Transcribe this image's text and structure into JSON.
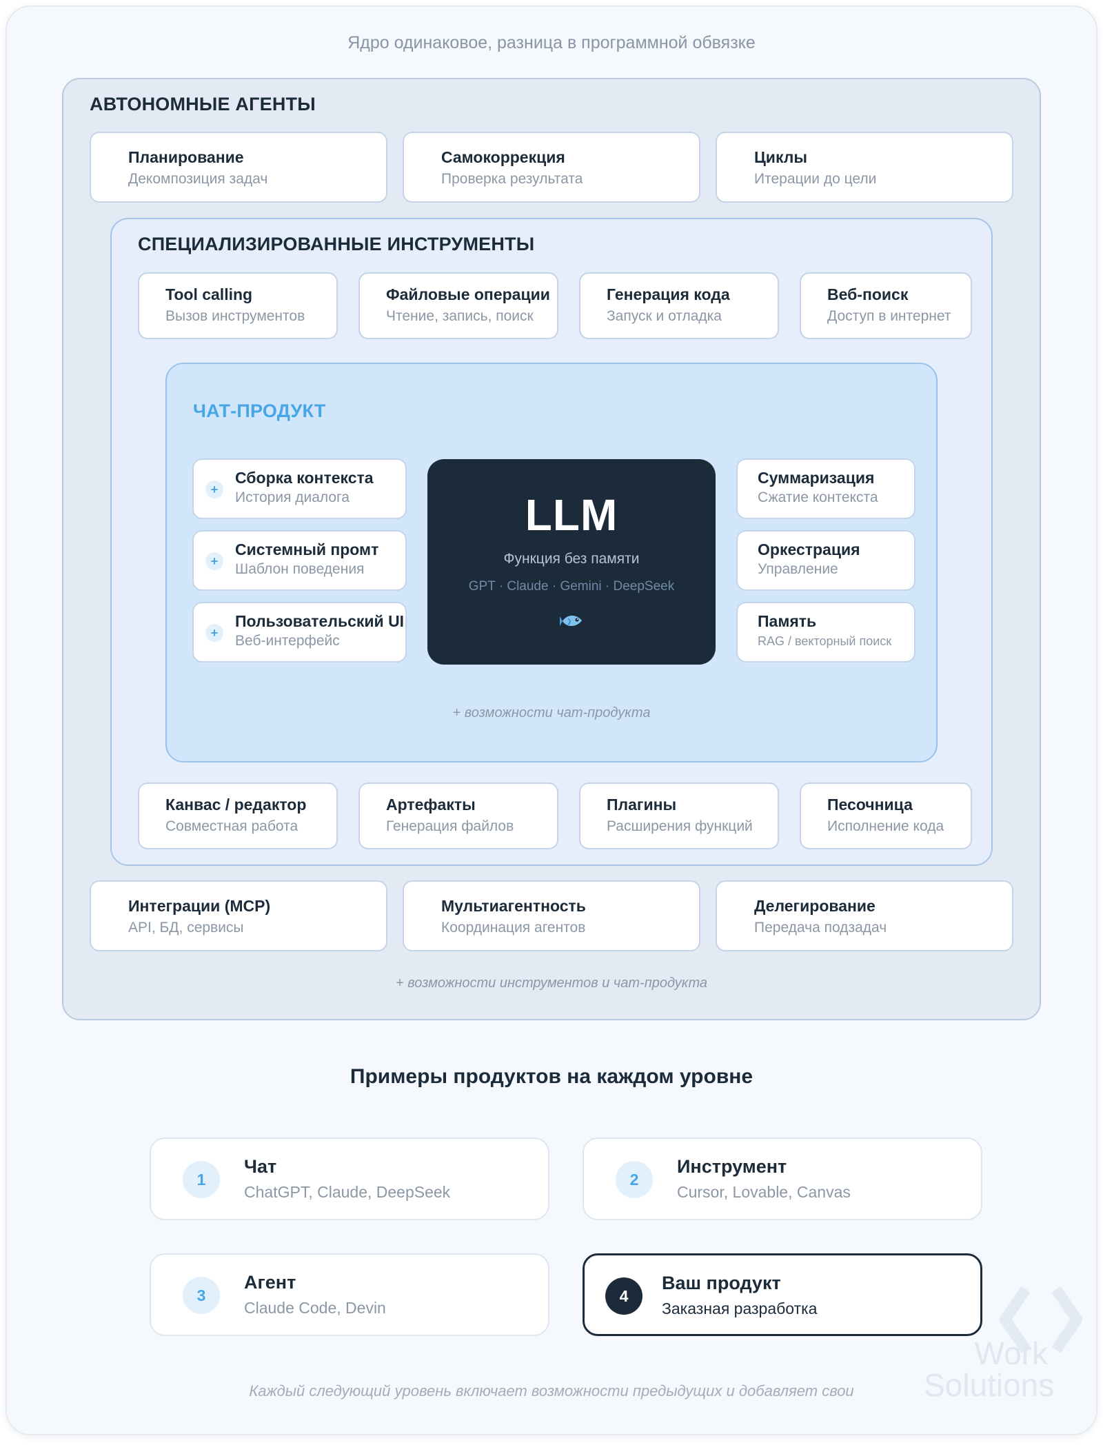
{
  "top_caption": "Ядро одинаковое, разница в программной обвязке",
  "autonomous_agents": {
    "title": "АВТОНОМНЫЕ АГЕНТЫ",
    "top_cards": [
      {
        "title": "Планирование",
        "subtitle": "Декомпозиция задач"
      },
      {
        "title": "Самокоррекция",
        "subtitle": "Проверка результата"
      },
      {
        "title": "Циклы",
        "subtitle": "Итерации до цели"
      }
    ],
    "bottom_cards": [
      {
        "title": "Интеграции (MCP)",
        "subtitle": "API, БД, сервисы"
      },
      {
        "title": "Мультиагентность",
        "subtitle": "Координация агентов"
      },
      {
        "title": "Делегирование",
        "subtitle": "Передача подзадач"
      }
    ],
    "note": "+ возможности инструментов и чат-продукта"
  },
  "specialized_tools": {
    "title": "СПЕЦИАЛИЗИРОВАННЫЕ ИНСТРУМЕНТЫ",
    "top_cards": [
      {
        "title": "Tool calling",
        "subtitle": "Вызов инструментов"
      },
      {
        "title": "Файловые операции",
        "subtitle": "Чтение, запись, поиск"
      },
      {
        "title": "Генерация кода",
        "subtitle": "Запуск и отладка"
      },
      {
        "title": "Веб-поиск",
        "subtitle": "Доступ в интернет"
      }
    ],
    "bottom_cards": [
      {
        "title": "Канвас / редактор",
        "subtitle": "Совместная работа"
      },
      {
        "title": "Артефакты",
        "subtitle": "Генерация файлов"
      },
      {
        "title": "Плагины",
        "subtitle": "Расширения функций"
      },
      {
        "title": "Песочница",
        "subtitle": "Исполнение кода"
      }
    ]
  },
  "chat_product": {
    "title": "ЧАТ-ПРОДУКТ",
    "left_cards": [
      {
        "title": "Сборка контекста",
        "subtitle": "История диалога",
        "icon": "plus-icon"
      },
      {
        "title": "Системный промт",
        "subtitle": "Шаблон поведения",
        "icon": "plus-icon"
      },
      {
        "title": "Пользовательский UI",
        "subtitle": "Веб-интерфейс",
        "icon": "plus-icon"
      }
    ],
    "right_cards": [
      {
        "title": "Суммаризация",
        "subtitle": "Сжатие контекста"
      },
      {
        "title": "Оркестрация",
        "subtitle": "Управление"
      },
      {
        "title": "Память",
        "subtitle": "RAG / векторный поиск"
      }
    ],
    "llm": {
      "title": "LLM",
      "subtitle": "Функция без памяти",
      "models": "GPT · Claude · Gemini · DeepSeek",
      "icon": "fish-icon"
    },
    "note": "+ возможности чат-продукта"
  },
  "examples": {
    "heading": "Примеры продуктов на каждом уровне",
    "items": [
      {
        "number": "1",
        "title": "Чат",
        "subtitle": "ChatGPT, Claude, DeepSeek"
      },
      {
        "number": "2",
        "title": "Инструмент",
        "subtitle": "Cursor, Lovable, Canvas"
      },
      {
        "number": "3",
        "title": "Агент",
        "subtitle": "Claude Code, Devin"
      },
      {
        "number": "4",
        "title": "Ваш продукт",
        "subtitle": "Заказная разработка"
      }
    ]
  },
  "footer_note": "Каждый следующий уровень включает возможности предыдущих и добавляет свои",
  "watermark": {
    "line1": "Work",
    "line2": "Solutions"
  },
  "colors": {
    "accent_blue": "#47a6e6",
    "dark_navy": "#1c2b3a",
    "chat_bg": "#d2e6fb",
    "tools_bg": "#e5eefa",
    "agents_bg": "#e4eaf4"
  }
}
